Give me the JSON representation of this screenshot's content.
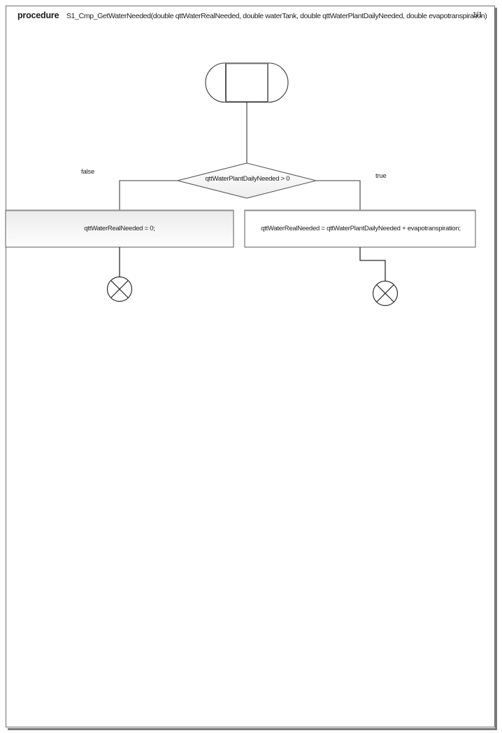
{
  "page": {
    "background": "#ffffff",
    "border_color": "#6f6f6f",
    "shadow_color": "#7a7a7a"
  },
  "header": {
    "kind_label": "procedure",
    "signature": "S1_Cmp_GetWaterNeeded(double qttWaterRealNeeded, double waterTank, double qttWaterPlantDailyNeeded, double evapotranspiration)",
    "page_number": "1/1"
  },
  "diagram": {
    "type": "flowchart",
    "title": "S1_Cmp_GetWaterNeeded",
    "line_color": "#3c3c3c",
    "node_stroke": "#4a4a4a",
    "node_fill_top": "#eceded",
    "node_fill_bottom": "#fdfdfd",
    "start_node": {
      "name": "start-terminator",
      "shape": "stadium",
      "label": ""
    },
    "decision": {
      "name": "decision-node",
      "shape": "diamond",
      "condition": "qttWaterPlantDailyNeeded > 0",
      "branches": [
        {
          "label": "false",
          "side": "left"
        },
        {
          "label": "true",
          "side": "right"
        }
      ]
    },
    "statements": [
      {
        "name": "statement-false-branch",
        "shape": "rectangle",
        "text": "qttWaterRealNeeded = 0;"
      },
      {
        "name": "statement-true-branch",
        "shape": "rectangle",
        "text": "qttWaterRealNeeded = qttWaterPlantDailyNeeded + evapotranspiration;"
      }
    ],
    "end_nodes": [
      {
        "name": "end-terminator-left",
        "shape": "circle-x"
      },
      {
        "name": "end-terminator-right",
        "shape": "circle-x"
      }
    ]
  }
}
